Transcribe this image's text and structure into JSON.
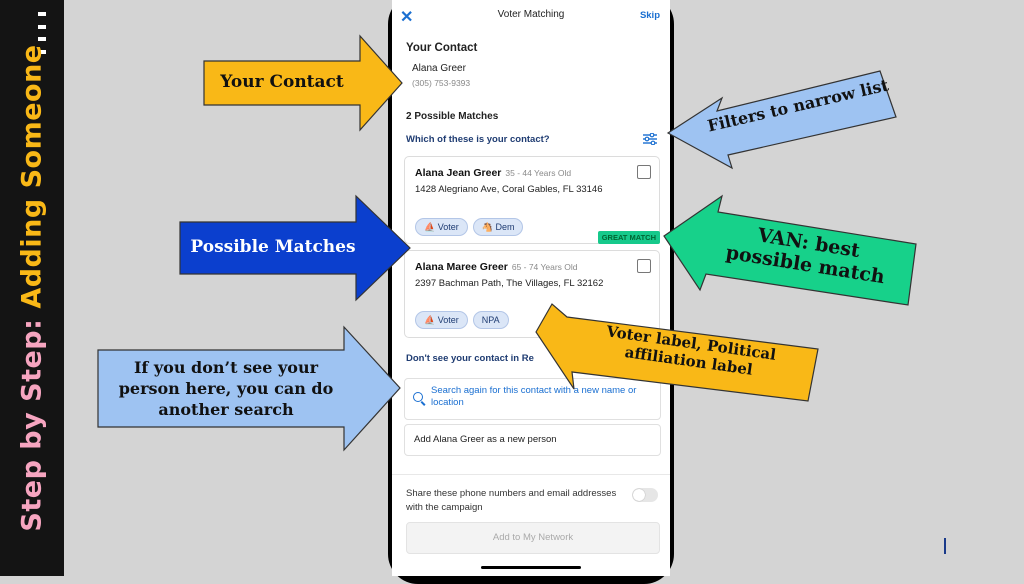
{
  "sidebar": {
    "title_part1": "Step by Step:",
    "title_part2": "Adding Someone"
  },
  "app": {
    "nav": {
      "close": "✕",
      "title": "Voter Matching",
      "skip": "Skip"
    },
    "contact": {
      "section_title": "Your Contact",
      "name": "Alana Greer",
      "phone": "(305) 753-9393"
    },
    "matches": {
      "count_label": "2 Possible Matches",
      "question": "Which of these is your contact?",
      "items": [
        {
          "name": "Alana Jean Greer",
          "age": "35 - 44 Years Old",
          "address": "1428 Alegriano Ave, Coral Gables, FL 33146",
          "tags": [
            "Voter",
            "Dem"
          ],
          "badge": "GREAT MATCH"
        },
        {
          "name": "Alana Maree Greer",
          "age": "65 - 74 Years Old",
          "address": "2397 Bachman Path, The Villages, FL 32162",
          "tags": [
            "Voter",
            "NPA"
          ],
          "badge": ""
        }
      ]
    },
    "not_found": {
      "prompt": "Don't see your contact in Re",
      "search_text": "Search again for this contact with a new name or location",
      "add_new": "Add Alana Greer as a new person"
    },
    "share": {
      "text": "Share these phone numbers and email addresses with the campaign"
    },
    "add_button": "Add to My Network"
  },
  "callouts": {
    "your_contact": "Your Contact",
    "filters": "Filters to narrow list",
    "possible_matches": "Possible Matches",
    "van": "VAN:  best possible match",
    "voter_label": "Voter label, Political affiliation label",
    "search_again": "If you don’t see your person here, you can do another search"
  },
  "colors": {
    "orange": "#f9b817",
    "light_blue": "#9ec3f2",
    "dark_blue": "#0b3fce",
    "green": "#17d18a",
    "pink": "#f6a5c0",
    "app_blue": "#1a6fd1"
  }
}
